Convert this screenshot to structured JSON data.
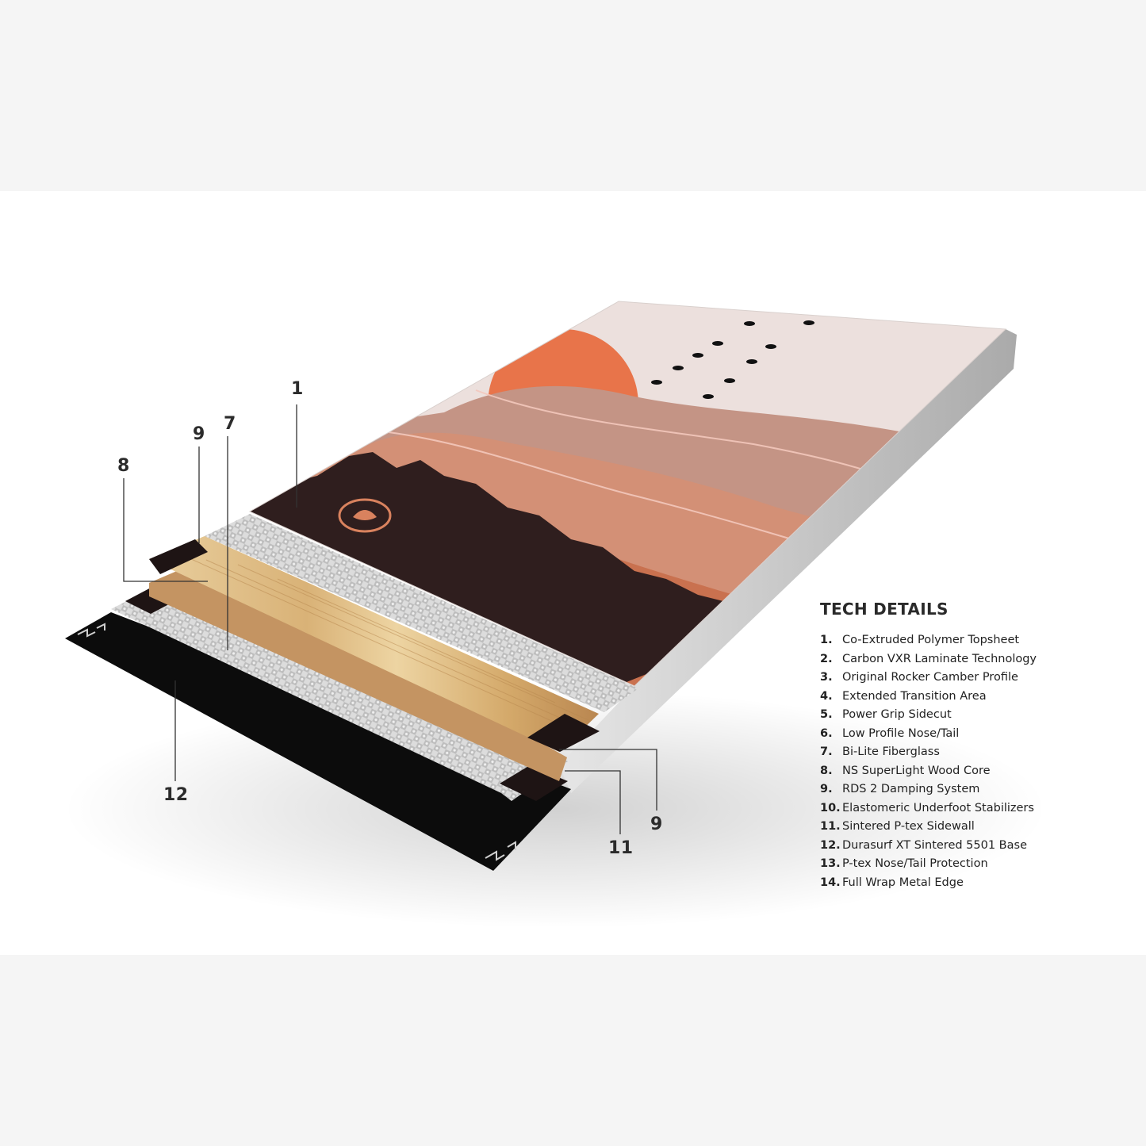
{
  "tech_details": {
    "title": "TECH DETAILS",
    "items": [
      {
        "num": "1.",
        "label": "Co-Extruded Polymer Topsheet"
      },
      {
        "num": "2.",
        "label": "Carbon VXR Laminate Technology"
      },
      {
        "num": "3.",
        "label": "Original Rocker Camber Profile"
      },
      {
        "num": "4.",
        "label": "Extended Transition Area"
      },
      {
        "num": "5.",
        "label": "Power Grip Sidecut"
      },
      {
        "num": "6.",
        "label": "Low Profile Nose/Tail"
      },
      {
        "num": "7.",
        "label": "Bi-Lite Fiberglass"
      },
      {
        "num": "8.",
        "label": "NS SuperLight Wood Core"
      },
      {
        "num": "9.",
        "label": "RDS 2 Damping System"
      },
      {
        "num": "10.",
        "label": "Elastomeric Underfoot Stabilizers"
      },
      {
        "num": "11.",
        "label": "Sintered P-tex Sidewall"
      },
      {
        "num": "12.",
        "label": "Durasurf XT Sintered 5501 Base"
      },
      {
        "num": "13.",
        "label": "P-tex Nose/Tail Protection"
      },
      {
        "num": "14.",
        "label": "Full Wrap Metal Edge"
      }
    ]
  },
  "callouts": {
    "topsheet": "1",
    "fiberglass": "7",
    "damping_top": "9",
    "wood_core": "8",
    "base": "12",
    "sidewall": "11",
    "damping_bottom": "9"
  },
  "colors": {
    "page_background": "#f5f5f5",
    "panel_background": "#ffffff",
    "topsheet_sky": "#ece0dd",
    "sun": "#e8744a",
    "mountain_far": "#b98a7d",
    "mountain_mid": "#d08e72",
    "mountain_near": "#c9714f",
    "tree_line": "#2f1e1e",
    "wood_core": "#e0c08e",
    "fiberglass": "#d6d6d6",
    "damping_pads": "#1e1414",
    "base": "#0c0c0c",
    "sidewall": "#c8c8c8"
  }
}
